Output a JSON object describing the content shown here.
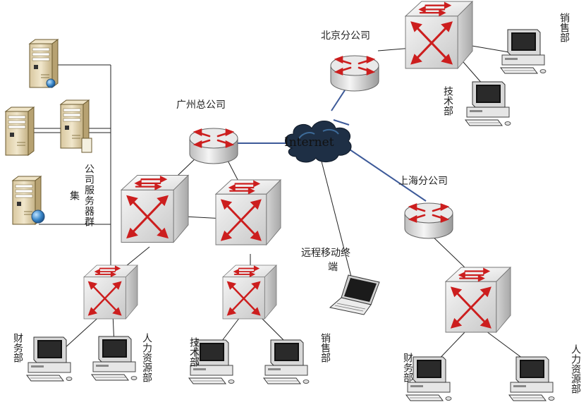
{
  "labels": {
    "beijing": "北京分公司",
    "guangzhou": "广州总公司",
    "shanghai": "上海分公司",
    "internet": "Internet",
    "server_cluster_col1": "公司服务器群",
    "server_cluster_col2": "集",
    "remote_line1": "远程移动终",
    "remote_line2": "端",
    "bj_sales": "销售部",
    "bj_tech": "技术部",
    "gz_finance": "财务部",
    "gz_hr": "人力资源部",
    "gz_tech": "技术部",
    "gz_sales": "销售部",
    "sh_finance": "财务部",
    "sh_hr": "人力资源部"
  },
  "colors": {
    "wan_link": "#3d5a99",
    "lan_link": "#222222",
    "arrow": "#cc1e1e",
    "device_body": "#f0f0f0",
    "cloud": "#1e2f45"
  }
}
